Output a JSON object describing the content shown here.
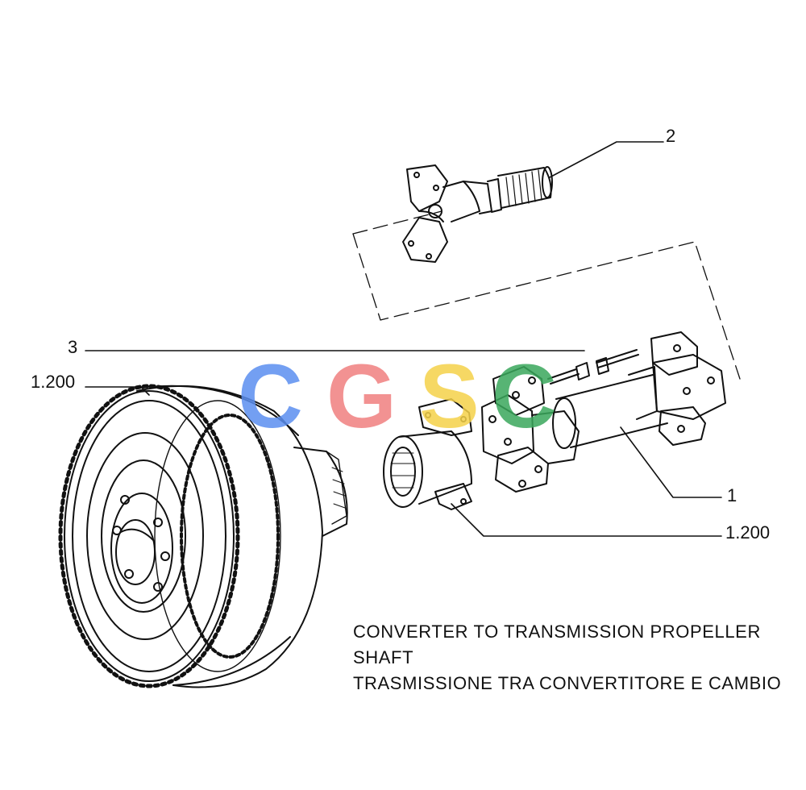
{
  "callouts": {
    "c2": "2",
    "c3": "3",
    "c1_200_left": "1.200",
    "c1": "1",
    "c1_200_right": "1.200"
  },
  "caption": {
    "line1": "CONVERTER TO TRANSMISSION PROPELLER",
    "line2": "SHAFT",
    "line3": "TRASMISSIONE TRA CONVERTITORE E CAMBIO"
  },
  "watermark": {
    "letters": [
      "C",
      "G",
      "S",
      "C"
    ],
    "colors": [
      "#5b8ff0",
      "#f08080",
      "#f5d24a",
      "#3aa85c"
    ]
  }
}
